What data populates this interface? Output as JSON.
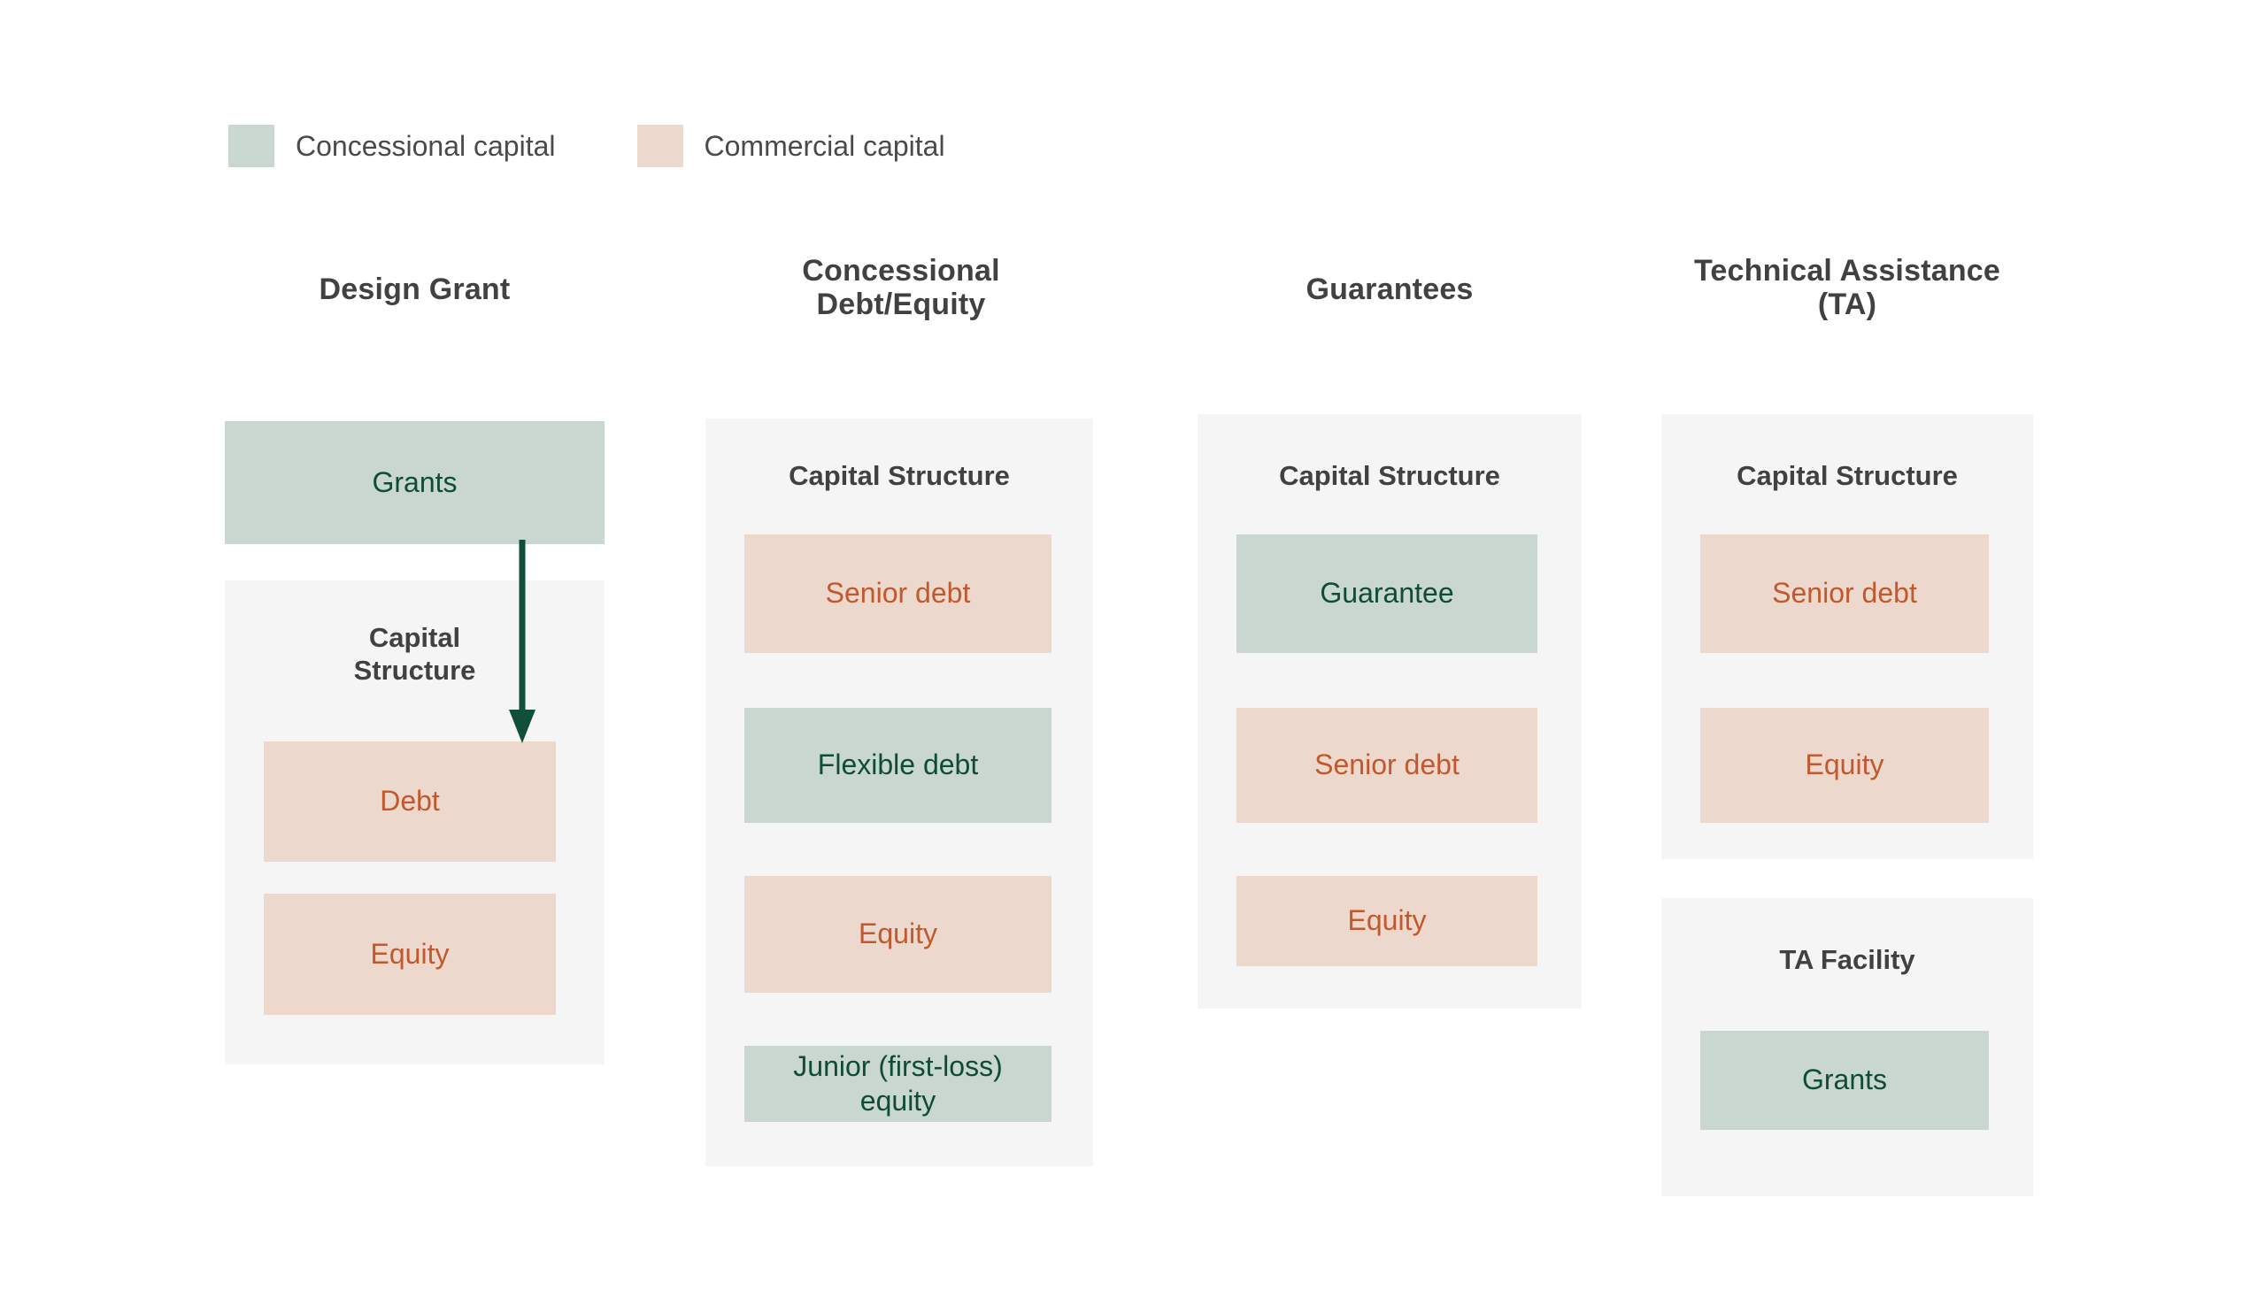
{
  "legend": {
    "items": [
      {
        "label": "Concessional capital",
        "swatch_color": "#c9d7d0",
        "swatch_icon": "color-swatch-icon"
      },
      {
        "label": "Commercial capital",
        "swatch_color": "#ecd8cc",
        "swatch_icon": "color-swatch-icon"
      }
    ]
  },
  "palette": {
    "concessional_fill": "#c9d7d0",
    "concessional_text": "#0f4d33",
    "commercial_fill": "#ecd8cc",
    "commercial_text": "#c2582b",
    "panel_bg": "#f5f5f5",
    "heading_text": "#414141",
    "arrow": "#10503a",
    "background": "#ffffff"
  },
  "columns": [
    {
      "id": "design-grant",
      "title": "Design Grant",
      "top_box": {
        "label": "Grants",
        "type": "concessional"
      },
      "panels": [
        {
          "id": "capital-structure",
          "title": "Capital Structure",
          "boxes": [
            {
              "label": "Debt",
              "type": "commercial"
            },
            {
              "label": "Equity",
              "type": "commercial"
            }
          ]
        }
      ],
      "arrow": {
        "from": "Grants",
        "to": "Debt",
        "color": "#10503a"
      }
    },
    {
      "id": "concessional-debt-equity",
      "title": "Concessional Debt/Equity",
      "panels": [
        {
          "id": "capital-structure",
          "title": "Capital Structure",
          "boxes": [
            {
              "label": "Senior debt",
              "type": "commercial"
            },
            {
              "label": "Flexible debt",
              "type": "concessional"
            },
            {
              "label": "Equity",
              "type": "commercial"
            },
            {
              "label": "Junior (first-loss) equity",
              "type": "concessional"
            }
          ]
        }
      ]
    },
    {
      "id": "guarantees",
      "title": "Guarantees",
      "panels": [
        {
          "id": "capital-structure",
          "title": "Capital Structure",
          "boxes": [
            {
              "label": "Guarantee",
              "type": "concessional"
            },
            {
              "label": "Senior debt",
              "type": "commercial"
            },
            {
              "label": "Equity",
              "type": "commercial"
            }
          ]
        }
      ]
    },
    {
      "id": "technical-assistance",
      "title": "Technical Assistance (TA)",
      "panels": [
        {
          "id": "capital-structure",
          "title": "Capital Structure",
          "boxes": [
            {
              "label": "Senior debt",
              "type": "commercial"
            },
            {
              "label": "Equity",
              "type": "commercial"
            }
          ]
        },
        {
          "id": "ta-facility",
          "title": "TA Facility",
          "boxes": [
            {
              "label": "Grants",
              "type": "concessional"
            }
          ]
        }
      ]
    }
  ]
}
